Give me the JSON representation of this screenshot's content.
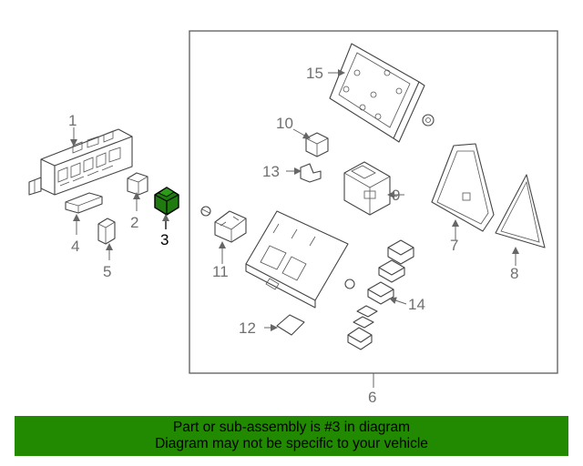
{
  "callouts": {
    "c1": "1",
    "c2": "2",
    "c3": "3",
    "c4": "4",
    "c5": "5",
    "c6": "6",
    "c7": "7",
    "c8": "8",
    "c9": "9",
    "c10": "10",
    "c11": "11",
    "c12": "12",
    "c13": "13",
    "c14": "14",
    "c15": "15"
  },
  "highlight": {
    "part_number": "3",
    "color": "#1f7a0f"
  },
  "banner": {
    "line1": "Part or sub-assembly is #3 in diagram",
    "line2": "Diagram may not be specific to your vehicle",
    "background": "#218a00"
  }
}
